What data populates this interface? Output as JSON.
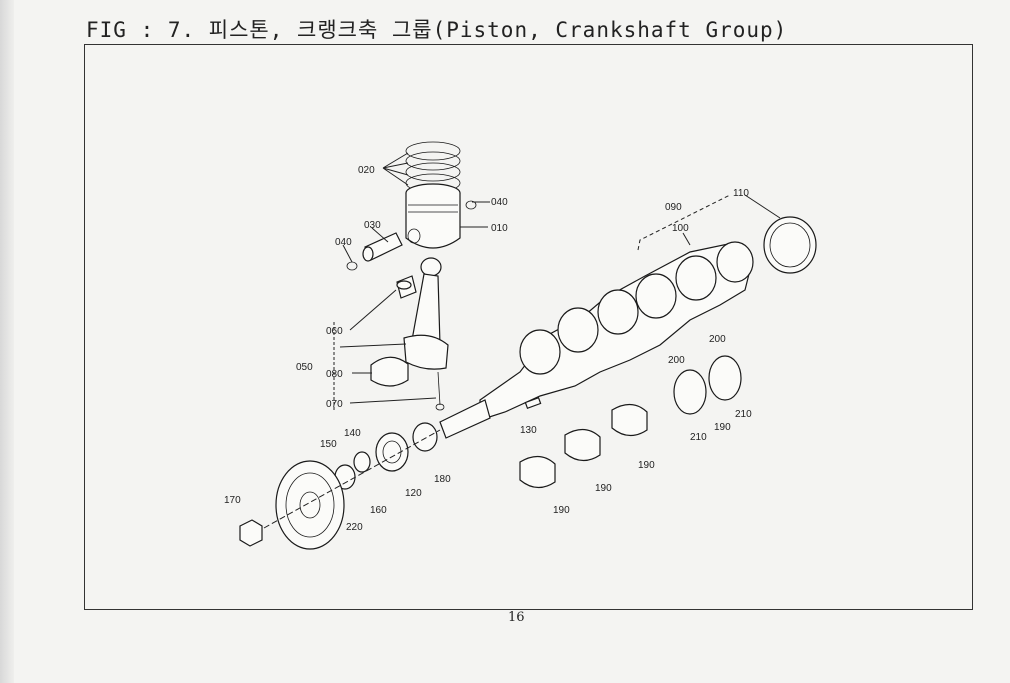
{
  "title": "FIG : 7. 피스톤, 크랭크축 그룹(Piston, Crankshaft Group)",
  "page_number": "16",
  "callouts": {
    "c010": "010",
    "c020": "020",
    "c030": "030",
    "c040a": "040",
    "c040b": "040",
    "c050": "050",
    "c060": "060",
    "c070": "070",
    "c080": "080",
    "c090": "090",
    "c100": "100",
    "c110": "110",
    "c120": "120",
    "c130": "130",
    "c140": "140",
    "c150": "150",
    "c160": "160",
    "c170": "170",
    "c180": "180",
    "c190a": "190",
    "c190b": "190",
    "c190c": "190",
    "c190d": "190",
    "c200a": "200",
    "c200b": "200",
    "c210a": "210",
    "c210b": "210",
    "c220": "220"
  }
}
